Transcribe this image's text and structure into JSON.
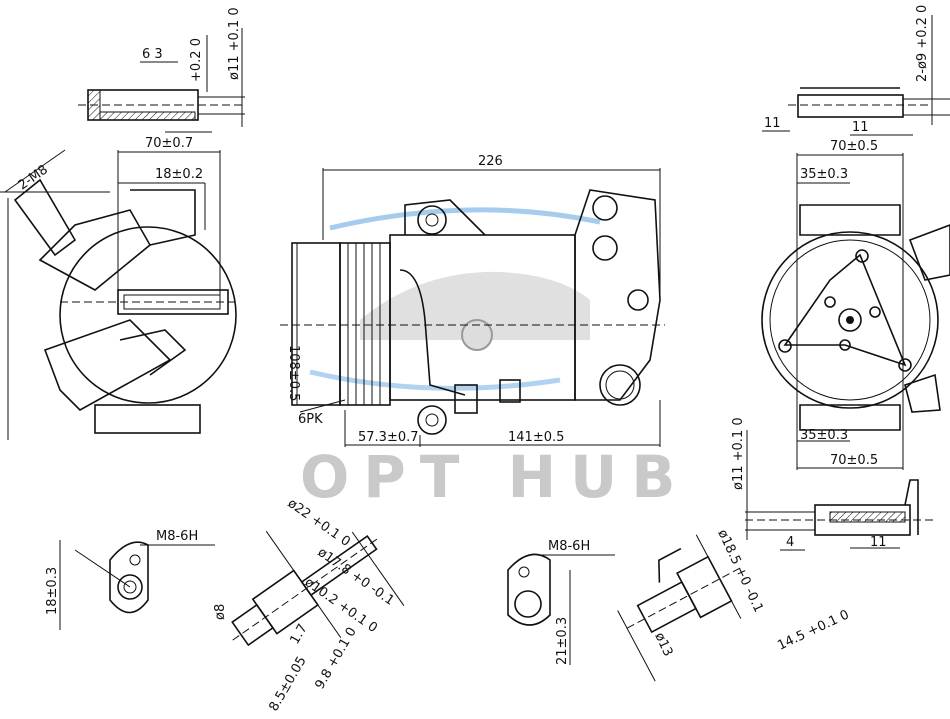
{
  "watermark": "OPT HUB",
  "colors": {
    "line": "#111111",
    "watermark": "#c9c9c9",
    "swoosh": "#7fb6e6"
  },
  "top_left_detail": {
    "length": "6 3",
    "diameter": "ø11 +0.1 0",
    "tol": "+0.2 0"
  },
  "left_view": {
    "width": "70±0.7",
    "offset": "18±0.2",
    "thread": "2-M8"
  },
  "main_view": {
    "overall_length": "226",
    "height": "108±0.5",
    "pulley": "6PK",
    "front": "57.3±0.7",
    "rear": "141±0.5"
  },
  "top_right_detail": {
    "holes": "2-ø9 +0.2 0",
    "left": "11",
    "right": "11"
  },
  "right_view": {
    "width_top": "70±0.5",
    "offset_top": "35±0.3",
    "offset_bottom": "35±0.3",
    "width_bottom": "70±0.5"
  },
  "bottom_right_detail": {
    "diameter": "ø11 +0.1 0",
    "left": "4",
    "right": "11"
  },
  "port_left": {
    "thread": "M8-6H",
    "dim": "18±0.3"
  },
  "fitting_left": {
    "d1": "ø22 +0.1 0",
    "d2": "ø17.8 +0 -0.1",
    "d3": "ø10.2 +0.1 0",
    "d4": "ø8",
    "d5": "1.7",
    "d6": "8.5±0.05",
    "d7": "9.8 +0.1 0"
  },
  "port_right": {
    "thread": "M8-6H",
    "dim": "21±0.3"
  },
  "fitting_right": {
    "d1": "ø18.5 +0 -0.1",
    "d2": "14.5 +0.1 0",
    "d3": "ø13"
  }
}
